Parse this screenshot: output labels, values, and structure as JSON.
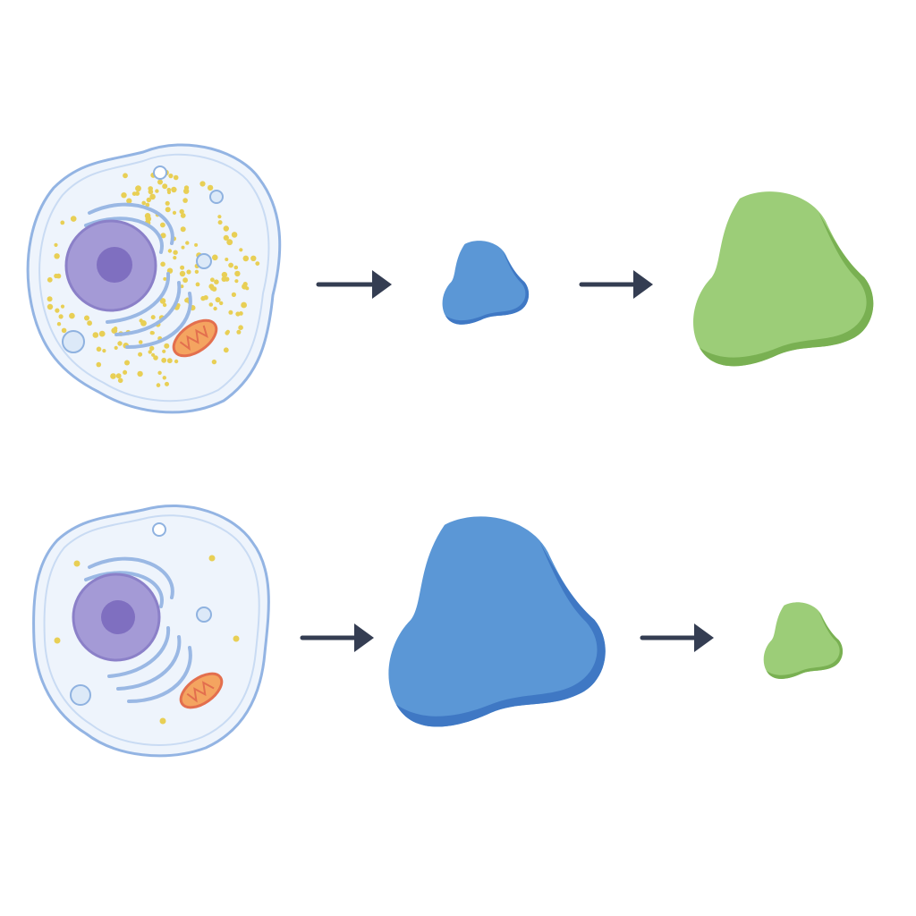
{
  "diagram": {
    "rows": [
      {
        "id": "top",
        "granule_density": "high",
        "intermediate_relative_size": "small",
        "product_relative_size": "large"
      },
      {
        "id": "bottom",
        "granule_density": "low",
        "intermediate_relative_size": "large",
        "product_relative_size": "small"
      }
    ],
    "colors": {
      "background": "#ffffff",
      "cell_fill": "#eef4fc",
      "cell_membrane": "#93b4e3",
      "nucleus": "#a49ad6",
      "nucleus_border": "#8b80c8",
      "nucleolus": "#7f6fc0",
      "er_stroke": "#9ab8e4",
      "granule": "#e8cf55",
      "vesicle_fill": "#dce9f8",
      "vesicle_border": "#8fb2e0",
      "mitochondrion_fill": "#f4a460",
      "mitochondrion_border": "#e36f4e",
      "arrow": "#343d52",
      "blue_blob": "#5b97d6",
      "blue_blob_shade": "#3f78c4",
      "green_blob": "#9ccd78",
      "green_blob_shade": "#79b052"
    },
    "icons": [
      "cell-icon",
      "nucleus-icon",
      "endoplasmic-reticulum-icon",
      "mitochondrion-icon",
      "vesicle-icon",
      "arrow-right-icon",
      "blob-shape"
    ]
  }
}
